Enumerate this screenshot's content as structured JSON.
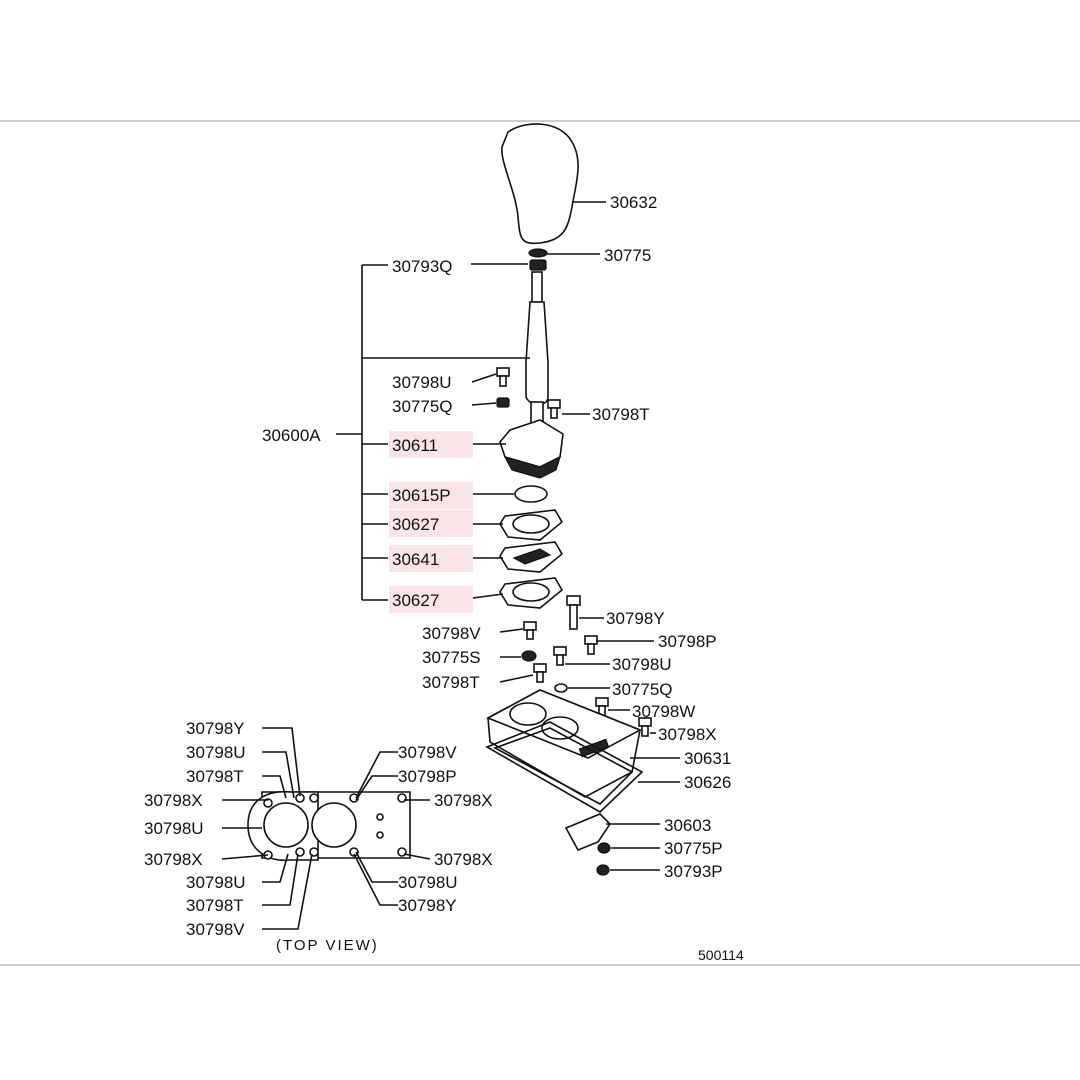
{
  "diagram": {
    "drawing_number": "500114",
    "view_caption": "(TOP  VIEW)",
    "group_label": "30600A",
    "highlight_color": "#fbe4e7",
    "callouts": {
      "knob": "30632",
      "knob_nut": "30775",
      "lever_assy": "30793Q",
      "bolt_u_top": "30798U",
      "nut_q_top": "30775Q",
      "bolt_t_top": "30798T",
      "housing": "30611",
      "plate_p": "30615P",
      "gasket_upper": "30627",
      "cover_plate": "30641",
      "gasket_lower": "30627",
      "bolt_y": "30798Y",
      "bolt_v": "30798V",
      "bolt_p": "30798P",
      "nut_s": "30775S",
      "bolt_u_mid": "30798U",
      "bolt_t_mid": "30798T",
      "nut_q_mid": "30775Q",
      "bolt_w": "30798W",
      "bolt_x": "30798X",
      "base": "30631",
      "gasket_base": "30626",
      "bracket": "30603",
      "nut_p": "30775P",
      "nut_793p": "30793P"
    },
    "top_view_callouts": {
      "left": [
        "30798Y",
        "30798U",
        "30798T",
        "30798X",
        "30798U",
        "30798X",
        "30798U",
        "30798T",
        "30798V"
      ],
      "right": [
        "30798V",
        "30798P",
        "30798X",
        "30798X",
        "30798U",
        "30798Y"
      ]
    }
  }
}
